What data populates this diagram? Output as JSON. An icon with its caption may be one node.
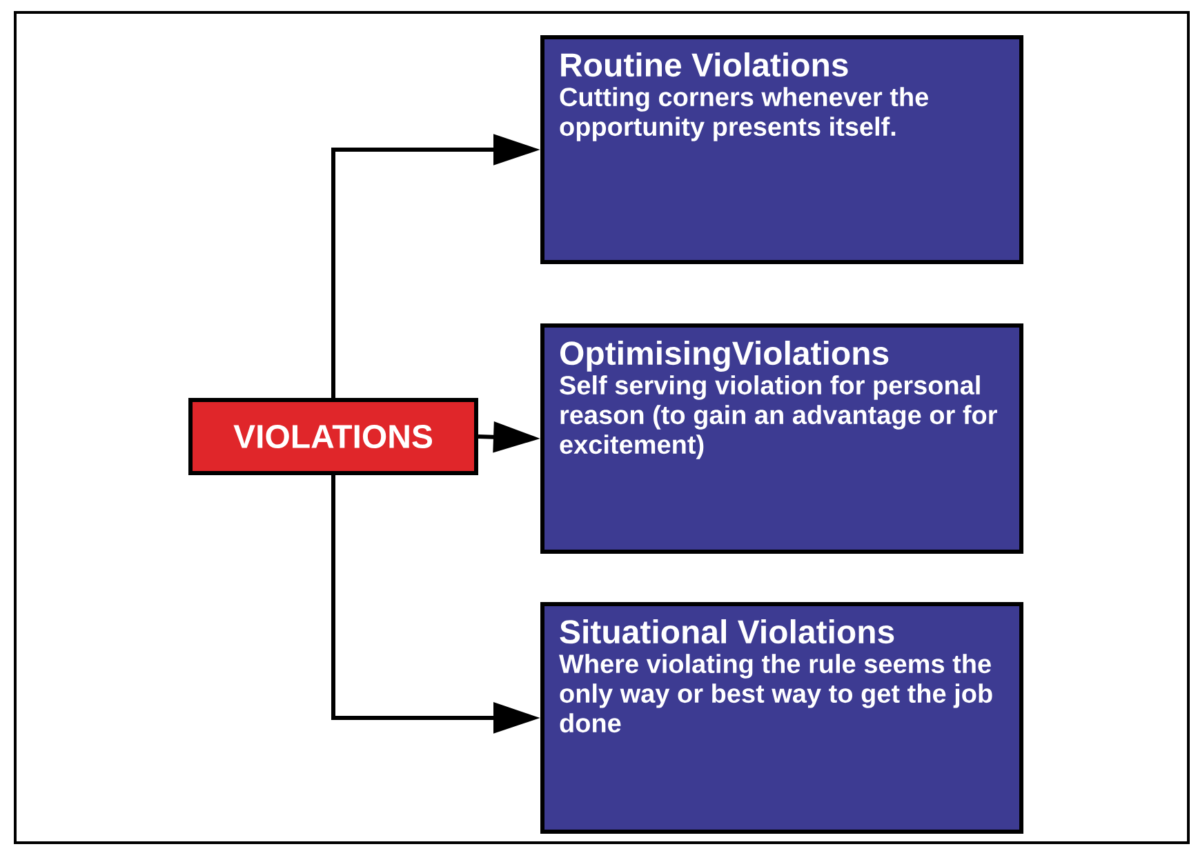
{
  "diagram": {
    "nodes": [
      {
        "text": [
          "VIOLATIONS"
        ]
      },
      {
        "text": [
          "Routine Violations",
          "Cutting corners whenever the opportunity presents itself."
        ]
      },
      {
        "text": [
          "OptimisingViolations",
          "Self serving violation for personal reason (to gain an advantage or for excitement)"
        ]
      },
      {
        "text": [
          "Situational Violations",
          "Where violating the rule seems the only way or best way to get the job done"
        ]
      }
    ],
    "edges": [
      {
        "from": 0,
        "to": 1,
        "arrow": "to"
      },
      {
        "from": 0,
        "to": 2,
        "arrow": "to"
      },
      {
        "from": 0,
        "to": 3,
        "arrow": "to"
      }
    ]
  }
}
